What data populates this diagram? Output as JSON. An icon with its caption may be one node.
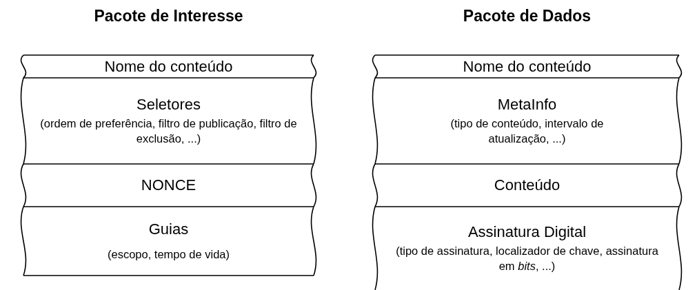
{
  "diagram": {
    "nodes": [
      {
        "text": [
          "Pacote de Interesse"
        ]
      },
      {
        "text": [
          "Nome do conteúdo"
        ],
        "in": 0
      },
      {
        "text": [
          "Seletores",
          "(ordem de preferência, filtro de publicação, filtro de exclusão, ...)"
        ],
        "in": 0
      },
      {
        "text": [
          "NONCE"
        ],
        "in": 0
      },
      {
        "text": [
          "Guias",
          "(escopo, tempo de vida)"
        ],
        "in": 0
      },
      {
        "text": [
          "Pacote de Dados"
        ]
      },
      {
        "text": [
          "Nome do conteúdo"
        ],
        "in": 5
      },
      {
        "text": [
          "MetaInfo",
          "(tipo de conteúdo, intervalo de atualização, ...)"
        ],
        "in": 5
      },
      {
        "text": [
          "Conteúdo"
        ],
        "in": 5
      },
      {
        "text": [
          "Assinatura Digital",
          "(tipo de assinatura, localizador de chave, assinatura em *bits*, ...)"
        ],
        "in": 5
      }
    ]
  }
}
